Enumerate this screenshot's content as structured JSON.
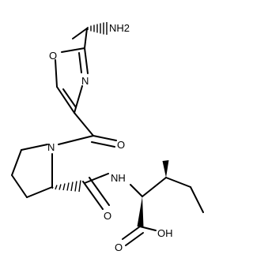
{
  "atoms": {
    "amine": "NH2",
    "oxazole_oxygen": "O",
    "oxazole_nitrogen": "N",
    "ketone_oxygen": "O",
    "proline_nitrogen": "N",
    "amide_nh": "NH",
    "amide_oxygen": "O",
    "acid_oxygen": "O",
    "hydroxyl": "OH"
  }
}
